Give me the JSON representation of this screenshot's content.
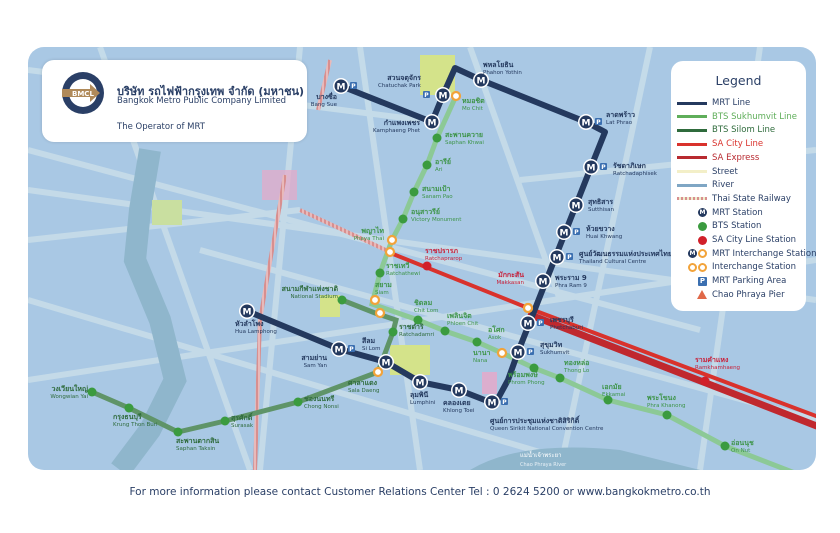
{
  "header": {
    "logo_text": "BMCL",
    "company_name_thai": "บริษัท รถไฟฟ้ากรุงเทพ จำกัด (มหาชน)",
    "company_name_en": "Bangkok Metro Public Company Limited",
    "tagline": "The Operator of MRT"
  },
  "legend": {
    "title": "Legend",
    "items": [
      {
        "label": "MRT Line",
        "kind": "line",
        "color": "#24395e"
      },
      {
        "label": "BTS Sukhumvit Line",
        "kind": "line",
        "color": "#5fae5a"
      },
      {
        "label": "BTS Silom Line",
        "kind": "line",
        "color": "#2f6b3c"
      },
      {
        "label": "SA City Line",
        "kind": "line",
        "color": "#d9322c"
      },
      {
        "label": "SA Express",
        "kind": "line",
        "color": "#b82a30"
      },
      {
        "label": "Street",
        "kind": "line",
        "color": "#f3efc8"
      },
      {
        "label": "River",
        "kind": "line",
        "color": "#7fa6c4"
      },
      {
        "label": "Thai State Railway",
        "kind": "rail",
        "color": "#e0a6a6"
      },
      {
        "label": "MRT Station",
        "kind": "mrt-station",
        "color": "#24395e"
      },
      {
        "label": "BTS Station",
        "kind": "bts-station",
        "color": "#3b9b3f"
      },
      {
        "label": "SA City Line Station",
        "kind": "sa-station",
        "color": "#d1202a"
      },
      {
        "label": "MRT Interchange Station",
        "kind": "mrt-interchange",
        "color": "#f2a33a"
      },
      {
        "label": "Interchange Station",
        "kind": "interchange",
        "color": "#f2a33a"
      },
      {
        "label": "MRT Parking Area",
        "kind": "parking",
        "color": "#3b6fb0"
      },
      {
        "label": "Chao Phraya Pier",
        "kind": "pier",
        "color": "#e06848"
      }
    ]
  },
  "colors": {
    "map_bg": "#a9c8e4",
    "street": "#cfe2ec",
    "mrt": "#24395e",
    "bts_sukhumvit": "#8cc996",
    "bts_silom": "#5f9468",
    "sa_city": "#d9322c",
    "sa_express": "#c0282e",
    "river": "#86b0c8",
    "park": "#d4e38a"
  },
  "stations": {
    "mrt": [
      {
        "id": "bangsue",
        "th": "บางซื่อ",
        "en": "Bang Sue",
        "parking": true
      },
      {
        "id": "kamphaeng",
        "th": "กำแพงเพชร",
        "en": "Kamphaeng Phet"
      },
      {
        "id": "chatuchak",
        "th": "สวนจตุจักร",
        "en": "Chatuchak Park",
        "parking": true
      },
      {
        "id": "phahon",
        "th": "พหลโยธิน",
        "en": "Phahon Yothin"
      },
      {
        "id": "latphrao",
        "th": "ลาดพร้าว",
        "en": "Lat Phrao",
        "parking": true
      },
      {
        "id": "ratchada",
        "th": "รัชดาภิเษก",
        "en": "Ratchadaphisek",
        "parking": true
      },
      {
        "id": "sutthisan",
        "th": "สุทธิสาร",
        "en": "Sutthisan"
      },
      {
        "id": "huaikhwang",
        "th": "ห้วยขวาง",
        "en": "Huai Khwang",
        "parking": true
      },
      {
        "id": "cultural",
        "th": "ศูนย์วัฒนธรรมแห่งประเทศไทย",
        "en": "Thailand Cultural Centre",
        "parking": true
      },
      {
        "id": "rama9",
        "th": "พระราม 9",
        "en": "Phra Ram 9"
      },
      {
        "id": "phetchaburi",
        "th": "เพชรบุรี",
        "en": "Phetchaburi",
        "parking": true
      },
      {
        "id": "sukhumvit",
        "th": "สุขุมวิท",
        "en": "Sukhumvit",
        "parking": true
      },
      {
        "id": "qsncc",
        "th": "ศูนย์การประชุมแห่งชาติสิริกิติ์",
        "en": "Queen Sirikit National Convention Centre",
        "parking": true
      },
      {
        "id": "khlongtoei",
        "th": "คลองเตย",
        "en": "Khlong Toei"
      },
      {
        "id": "lumphini",
        "th": "ลุมพินี",
        "en": "Lumphini"
      },
      {
        "id": "silom",
        "th": "สีลม",
        "en": "Si Lom"
      },
      {
        "id": "samyan",
        "th": "สามย่าน",
        "en": "Sam Yan",
        "parking": true
      },
      {
        "id": "hualamphong",
        "th": "หัวลำโพง",
        "en": "Hua Lamphong"
      }
    ],
    "bts_sukhumvit": [
      {
        "id": "mochit",
        "th": "หมอชิต",
        "en": "Mo Chit",
        "interchange": true
      },
      {
        "id": "saphankhwai",
        "th": "สะพานควาย",
        "en": "Saphan Khwai"
      },
      {
        "id": "ari",
        "th": "อารีย์",
        "en": "Ari"
      },
      {
        "id": "sanampao",
        "th": "สนามเป้า",
        "en": "Sanam Pao"
      },
      {
        "id": "victory",
        "th": "อนุสาวรีย์",
        "en": "Victory Monument"
      },
      {
        "id": "phayathai",
        "th": "พญาไท",
        "en": "Phaya Thai",
        "interchange": true
      },
      {
        "id": "ratchathewi",
        "th": "ราชเทวี",
        "en": "Ratchathewi"
      },
      {
        "id": "siam",
        "th": "สยาม",
        "en": "Siam",
        "interchange": true
      },
      {
        "id": "chitlom",
        "th": "ชิดลม",
        "en": "Chit Lom"
      },
      {
        "id": "phloenchit",
        "th": "เพลินจิต",
        "en": "Phloen Chit"
      },
      {
        "id": "nana",
        "th": "นานา",
        "en": "Nana"
      },
      {
        "id": "asok",
        "th": "อโศก",
        "en": "Asok",
        "interchange": true
      },
      {
        "id": "phromphong",
        "th": "พร้อมพงษ์",
        "en": "Phrom Phong"
      },
      {
        "id": "thonglo",
        "th": "ทองหล่อ",
        "en": "Thong Lo"
      },
      {
        "id": "ekkamai",
        "th": "เอกมัย",
        "en": "Ekkamai"
      },
      {
        "id": "phrakhanong",
        "th": "พระโขนง",
        "en": "Phra Khanong"
      },
      {
        "id": "onnut",
        "th": "อ่อนนุช",
        "en": "On Nut"
      }
    ],
    "bts_silom": [
      {
        "id": "stadium",
        "th": "สนามกีฬาแห่งชาติ",
        "en": "National Stadium"
      },
      {
        "id": "ratchadamri",
        "th": "ราชดำริ",
        "en": "Ratchadamri"
      },
      {
        "id": "saladaeng",
        "th": "ศาลาแดง",
        "en": "Sala Daeng",
        "interchange": true
      },
      {
        "id": "chongnonsi",
        "th": "ช่องนนทรี",
        "en": "Chong Nonsi"
      },
      {
        "id": "surasak",
        "th": "สุรศักดิ์",
        "en": "Surasak"
      },
      {
        "id": "taksin",
        "th": "สะพานตากสิน",
        "en": "Saphan Taksin"
      },
      {
        "id": "krungthon",
        "th": "กรุงธนบุรี",
        "en": "Krung Thon Buri"
      },
      {
        "id": "wongwian",
        "th": "วงเวียนใหญ่",
        "en": "Wongwian Yai"
      }
    ],
    "sa_city": [
      {
        "id": "ratchaprarop",
        "th": "ราชปรารภ",
        "en": "Ratchaprarop"
      },
      {
        "id": "makkasan",
        "th": "มักกะสัน",
        "en": "Makkasan",
        "interchange": true
      },
      {
        "id": "ramkhamhaeng",
        "th": "รามคำแหง",
        "en": "Ramkhamhaeng"
      }
    ]
  },
  "river_label": {
    "th": "แม่น้ำเจ้าพระยา",
    "en": "Chao Phraya River"
  },
  "footer": "For more information please contact Customer Relations Center Tel : 0 2624 5200 or www.bangkokmetro.co.th"
}
